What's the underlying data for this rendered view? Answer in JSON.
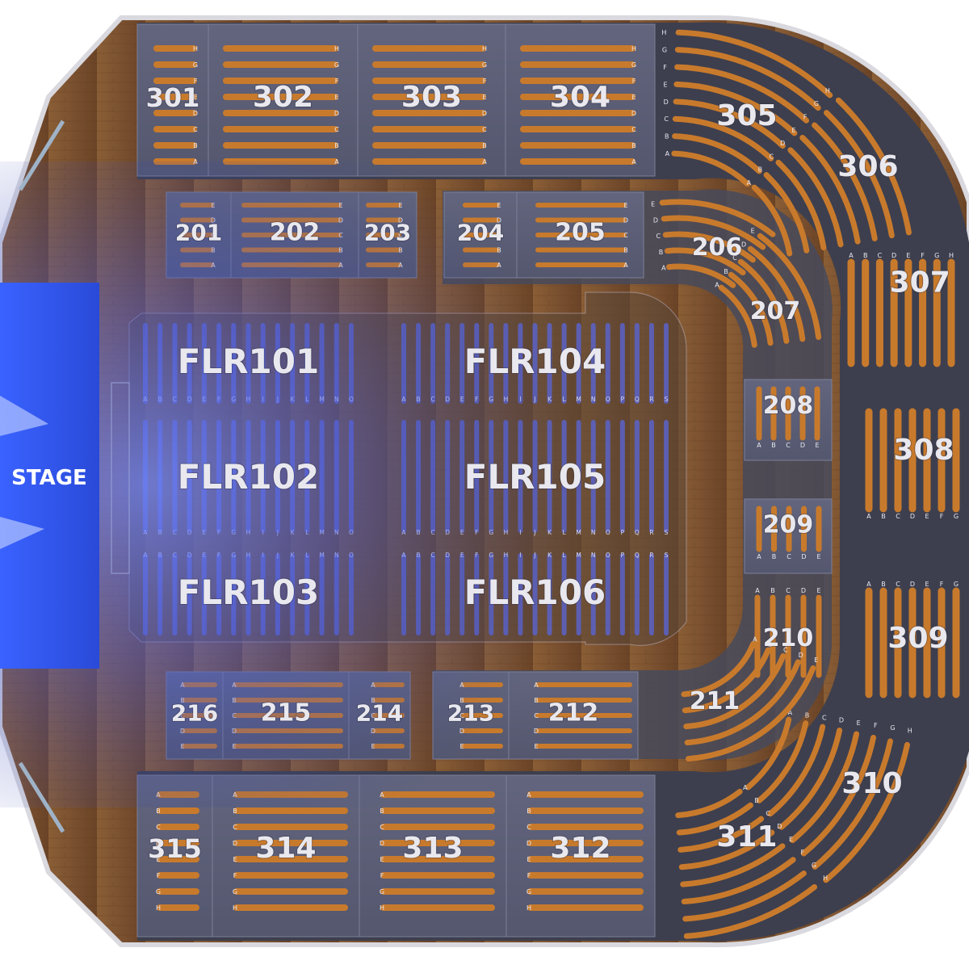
{
  "stage": {
    "label": "STAGE"
  },
  "floor_sections": [
    {
      "id": "flr101",
      "label": "FLR101",
      "rows": [
        "A",
        "B",
        "C",
        "D",
        "E",
        "F",
        "G",
        "H",
        "I",
        "J",
        "K",
        "L",
        "M",
        "N",
        "O"
      ]
    },
    {
      "id": "flr102",
      "label": "FLR102",
      "rows": [
        "A",
        "B",
        "C",
        "D",
        "E",
        "F",
        "G",
        "H",
        "I",
        "J",
        "K",
        "L",
        "M",
        "N",
        "O"
      ]
    },
    {
      "id": "flr103",
      "label": "FLR103",
      "rows": [
        "A",
        "B",
        "C",
        "D",
        "E",
        "F",
        "G",
        "H",
        "I",
        "J",
        "K",
        "L",
        "M",
        "N",
        "O"
      ]
    },
    {
      "id": "flr104",
      "label": "FLR104",
      "rows": [
        "A",
        "B",
        "C",
        "D",
        "E",
        "F",
        "G",
        "H",
        "I",
        "J",
        "K",
        "L",
        "M",
        "N",
        "O",
        "P",
        "Q",
        "R",
        "S"
      ]
    },
    {
      "id": "flr105",
      "label": "FLR105",
      "rows": [
        "A",
        "B",
        "C",
        "D",
        "E",
        "F",
        "G",
        "H",
        "I",
        "J",
        "K",
        "L",
        "M",
        "N",
        "O",
        "P",
        "Q",
        "R",
        "S"
      ]
    },
    {
      "id": "flr106",
      "label": "FLR106",
      "rows": [
        "A",
        "B",
        "C",
        "D",
        "E",
        "F",
        "G",
        "H",
        "I",
        "J",
        "K",
        "L",
        "M",
        "N",
        "O",
        "P",
        "Q",
        "R",
        "S"
      ]
    }
  ],
  "mid_sections": [
    {
      "id": "201",
      "label": "201",
      "rows": [
        "A",
        "B",
        "C",
        "D",
        "E"
      ]
    },
    {
      "id": "202",
      "label": "202",
      "rows": [
        "A",
        "B",
        "C",
        "D",
        "E"
      ]
    },
    {
      "id": "203",
      "label": "203",
      "rows": [
        "A",
        "B",
        "C",
        "D",
        "E"
      ]
    },
    {
      "id": "204",
      "label": "204",
      "rows": [
        "A",
        "B",
        "C",
        "D",
        "E"
      ]
    },
    {
      "id": "205",
      "label": "205",
      "rows": [
        "A",
        "B",
        "C",
        "D",
        "E"
      ]
    },
    {
      "id": "206",
      "label": "206",
      "rows": [
        "A",
        "B",
        "C",
        "D",
        "E"
      ]
    },
    {
      "id": "207",
      "label": "207",
      "rows": [
        "A",
        "B",
        "C",
        "D",
        "E"
      ]
    },
    {
      "id": "208",
      "label": "208",
      "rows": [
        "A",
        "B",
        "C",
        "D",
        "E"
      ]
    },
    {
      "id": "209",
      "label": "209",
      "rows": [
        "A",
        "B",
        "C",
        "D",
        "E"
      ]
    },
    {
      "id": "210",
      "label": "210",
      "rows": [
        "A",
        "B",
        "C",
        "D",
        "E"
      ]
    },
    {
      "id": "211",
      "label": "211",
      "rows": [
        "A",
        "B",
        "C",
        "D",
        "E"
      ]
    },
    {
      "id": "212",
      "label": "212",
      "rows": [
        "A",
        "B",
        "C",
        "D",
        "E"
      ]
    },
    {
      "id": "213",
      "label": "213",
      "rows": [
        "A",
        "B",
        "C",
        "D",
        "E"
      ]
    },
    {
      "id": "214",
      "label": "214",
      "rows": [
        "A",
        "B",
        "C",
        "D",
        "E"
      ]
    },
    {
      "id": "215",
      "label": "215",
      "rows": [
        "A",
        "B",
        "C",
        "D",
        "E"
      ]
    },
    {
      "id": "216",
      "label": "216",
      "rows": [
        "A",
        "B",
        "C",
        "D",
        "E"
      ]
    }
  ],
  "upper_sections": [
    {
      "id": "301",
      "label": "301",
      "rows": [
        "A",
        "B",
        "C",
        "D",
        "E",
        "F",
        "G",
        "H"
      ]
    },
    {
      "id": "302",
      "label": "302",
      "rows": [
        "A",
        "B",
        "C",
        "D",
        "E",
        "F",
        "G",
        "H"
      ]
    },
    {
      "id": "303",
      "label": "303",
      "rows": [
        "A",
        "B",
        "C",
        "D",
        "E",
        "F",
        "G",
        "H"
      ]
    },
    {
      "id": "304",
      "label": "304",
      "rows": [
        "A",
        "B",
        "C",
        "D",
        "E",
        "F",
        "G",
        "H"
      ]
    },
    {
      "id": "305",
      "label": "305",
      "rows": [
        "A",
        "B",
        "C",
        "D",
        "E",
        "F",
        "G",
        "H"
      ]
    },
    {
      "id": "306",
      "label": "306",
      "rows": [
        "A",
        "B",
        "C",
        "D",
        "E",
        "F",
        "G",
        "H"
      ]
    },
    {
      "id": "307",
      "label": "307",
      "rows": [
        "A",
        "B",
        "C",
        "D",
        "E",
        "F",
        "G",
        "H"
      ]
    },
    {
      "id": "308",
      "label": "308",
      "rows": [
        "A",
        "B",
        "C",
        "D",
        "E",
        "F",
        "G"
      ]
    },
    {
      "id": "309",
      "label": "309",
      "rows": [
        "A",
        "B",
        "C",
        "D",
        "E",
        "F",
        "G"
      ]
    },
    {
      "id": "310",
      "label": "310",
      "rows": [
        "A",
        "B",
        "C",
        "D",
        "E",
        "F",
        "G",
        "H"
      ]
    },
    {
      "id": "311",
      "label": "311",
      "rows": [
        "A",
        "B",
        "C",
        "D",
        "E",
        "F",
        "G",
        "H"
      ]
    },
    {
      "id": "312",
      "label": "312",
      "rows": [
        "A",
        "B",
        "C",
        "D",
        "E",
        "F",
        "G",
        "H"
      ]
    },
    {
      "id": "313",
      "label": "313",
      "rows": [
        "A",
        "B",
        "C",
        "D",
        "E",
        "F",
        "G",
        "H"
      ]
    },
    {
      "id": "314",
      "label": "314",
      "rows": [
        "A",
        "B",
        "C",
        "D",
        "E",
        "F",
        "G",
        "H"
      ]
    },
    {
      "id": "315",
      "label": "315",
      "rows": [
        "A",
        "B",
        "C",
        "D",
        "E",
        "F",
        "G",
        "H"
      ]
    }
  ],
  "colors": {
    "seat_orange": "#c87a2c",
    "section_panel": "#5a5d75",
    "concourse": "#3f4150",
    "floor_wood": "#7a5230",
    "stage_blue": "#2d54e6",
    "floor_seat": "#5b63c8"
  }
}
